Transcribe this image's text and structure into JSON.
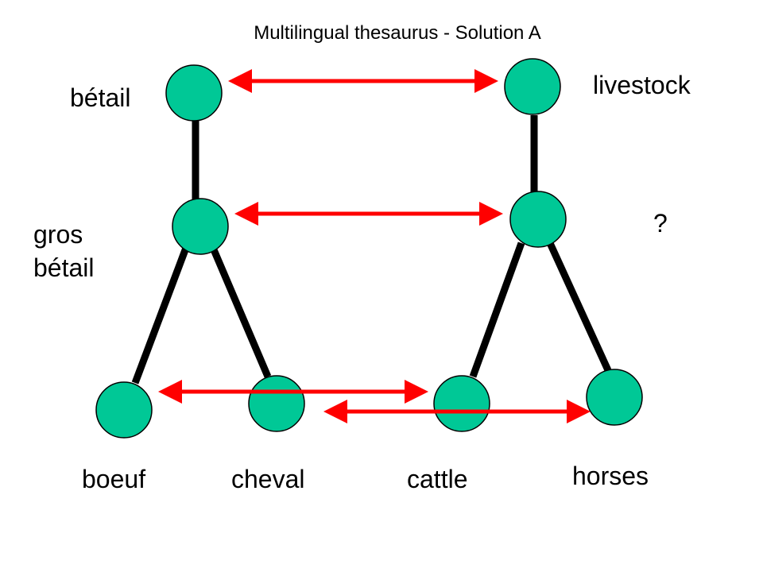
{
  "title": "Multilingual thesaurus - Solution A",
  "colors": {
    "node_fill": "#00C896",
    "node_stroke": "#000000",
    "hierarchy_edge": "#000000",
    "equivalence_arrow": "#FF0000"
  },
  "french": {
    "top": "bétail",
    "middle_line1": "gros",
    "middle_line2": "bétail",
    "leaf_1": "boeuf",
    "leaf_2": "cheval"
  },
  "english": {
    "top": "livestock",
    "middle": "?",
    "leaf_1": "cattle",
    "leaf_2": "horses"
  }
}
